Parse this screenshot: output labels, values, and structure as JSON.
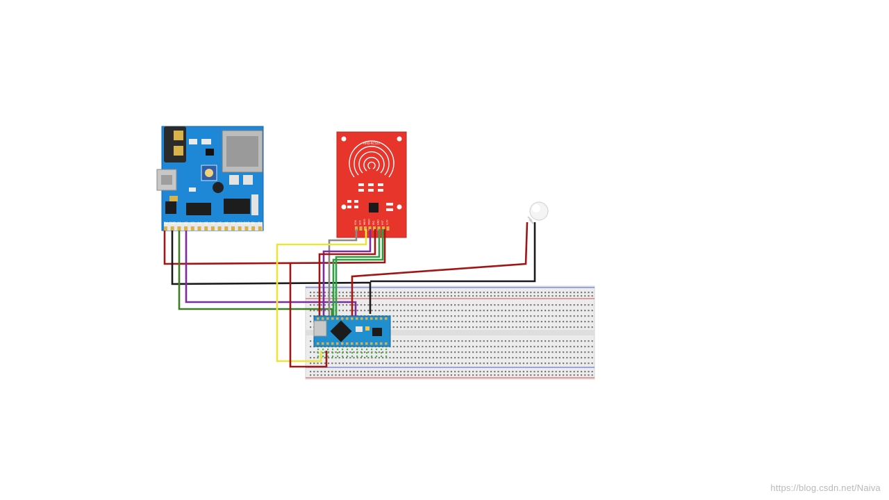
{
  "rfid_module": {
    "title": "RFID-RC522",
    "pin_labels": [
      "SDA",
      "SCK",
      "MOSI",
      "MISO",
      "IRQ",
      "GND",
      "RST",
      "3.3V"
    ]
  },
  "mp3_module": {
    "pin_labels": [
      "5V",
      "GND",
      "A1",
      "A2",
      "A3",
      "A4",
      "A5",
      "A6",
      "A7",
      "A8",
      "A9",
      "A10",
      "GND",
      "BY",
      "5V"
    ]
  },
  "watermark": "https://blog.csdn.net/Naiva",
  "colors": {
    "rfid_board": "#e8352b",
    "mp3_board": "#1e88d6",
    "nano_board": "#1f8fcf",
    "breadboard": "#ececec",
    "wire_red": "#a11515",
    "wire_black": "#1a1a1a",
    "wire_purple": "#7b2d9b",
    "wire_green": "#3f7d22",
    "wire_yellow": "#ede33a",
    "wire_gray": "#8a8a8a",
    "wire_bright_green": "#2ea043"
  }
}
